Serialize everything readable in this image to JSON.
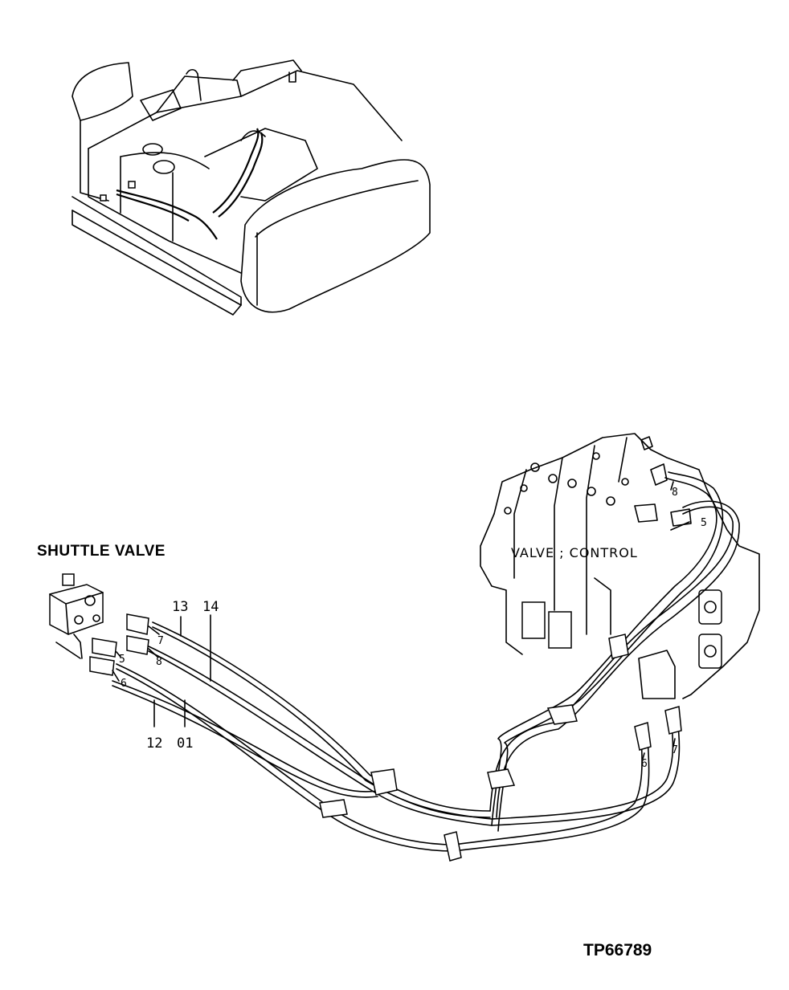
{
  "labels": {
    "shuttle_valve": "SHUTTLE VALVE",
    "control_valve": "VALVE ; CONTROL",
    "reference": "TP66789"
  },
  "callouts": {
    "c13": "13",
    "c14": "14",
    "c12": "12",
    "c01": "01",
    "c7a": "7",
    "c8a": "8",
    "c5a": "5",
    "c6a": "6",
    "c8b": "8",
    "c5b": "5",
    "c6b": "6",
    "c7b": "7"
  }
}
